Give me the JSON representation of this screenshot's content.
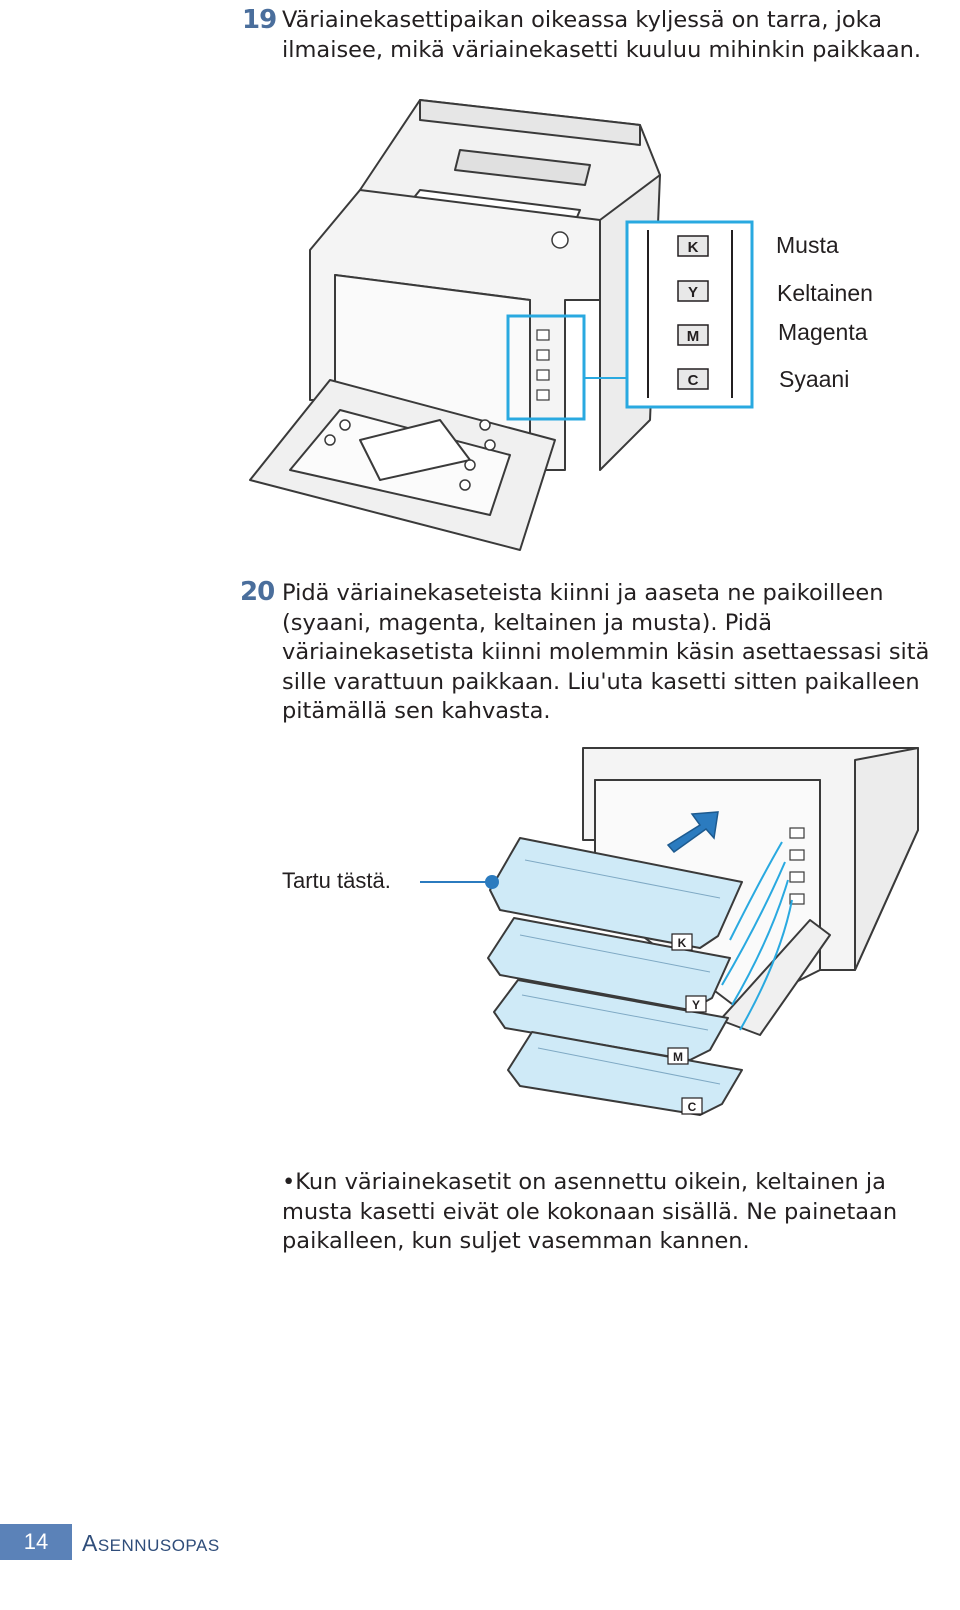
{
  "step19": {
    "number": "19",
    "text": "Väriainekasettipaikan oikeassa kyljessä on tarra, joka\nilmaisee, mikä väriainekasetti kuuluu mihinkin paikkaan."
  },
  "label_sticker": {
    "letters": [
      "K",
      "Y",
      "M",
      "C"
    ],
    "colors": [
      "Musta",
      "Keltainen",
      "Magenta",
      "Syaani"
    ]
  },
  "step20": {
    "number": "20",
    "text": "Pidä väriainekaseteista kiinni ja aaseta ne paikoilleen\n(syaani, magenta, keltainen ja musta). Pidä\nväriainekasetista kiinni molemmin käsin asettaessasi sitä\nsille varattuun paikkaan. Liu'uta kasetti sitten paikalleen\npitämällä sen kahvasta."
  },
  "illustration2": {
    "grip_label": "Tartu tästä.",
    "cartridge_letters": [
      "K",
      "Y",
      "M",
      "C"
    ]
  },
  "note": {
    "text": "•Kun väriainekasetit on asennettu oikein, keltainen ja\n  musta kasetti eivät ole kokonaan sisällä. Ne painetaan\n  paikalleen, kun suljet vasemman kannen."
  },
  "footer": {
    "page_number": "14",
    "title_initial": "A",
    "title_rest": "SENNUSOPAS"
  },
  "colors": {
    "accent_blue": "#5b82b8",
    "step_number": "#4a6e9c",
    "highlight_cyan": "#29a9e0",
    "cartridge_fill": "#cfeaf7"
  }
}
